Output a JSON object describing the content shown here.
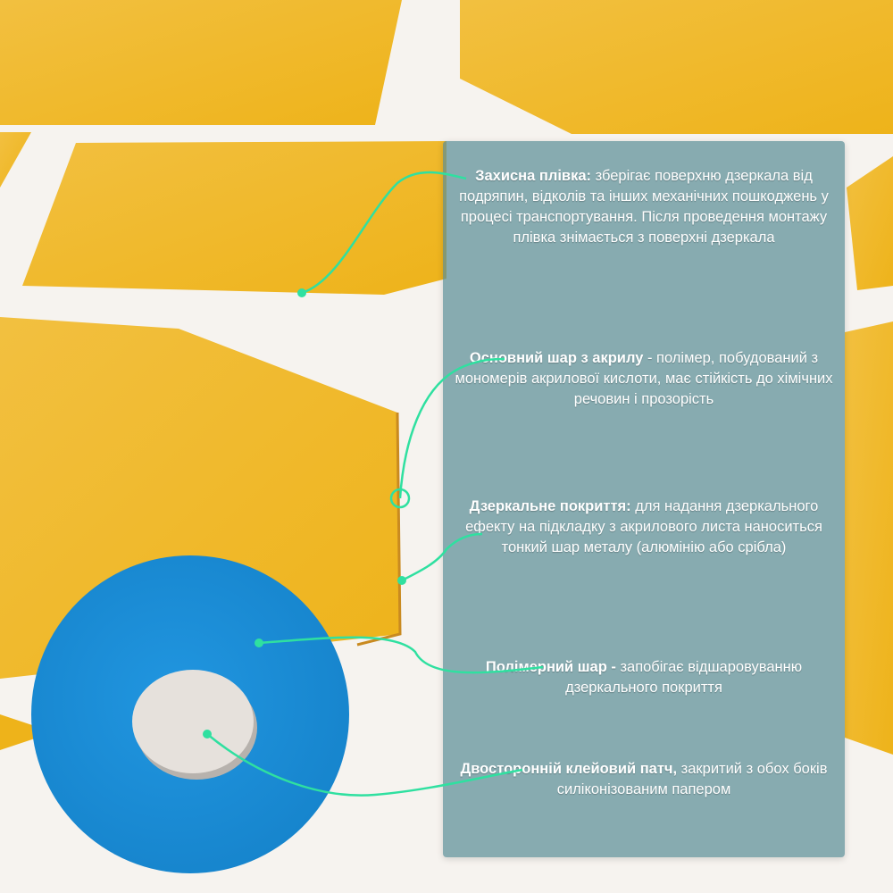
{
  "notes": {
    "protective_film": {
      "title": "Захисна плівка:",
      "text": " зберігає поверхню дзеркала від подряпин, відколів та інших механічних пошкоджень у процесі транспортування. Після проведення монтажу плівка знімається з поверхні дзеркала"
    },
    "acrylic_layer": {
      "title": "Основний шар з акрилу",
      "text": " - полімер, побудований з мономерів акрилової кислоти, має стійкість до хімічних речовин і прозорість"
    },
    "mirror_coating": {
      "title": "Дзеркальне покриття:",
      "text": " для надання дзеркального ефекту на підкладку з акрилового листа наноситься тонкий шар металу (алюмінію або срібла)"
    },
    "polymer_layer": {
      "title": "Полімерний шар -",
      "text": " запобігає відшаровуванню дзеркального покриття"
    },
    "adhesive_patch": {
      "title": "Двосторонній клейовий патч,",
      "text": " закритий з обох боків силіконізованим папером"
    }
  },
  "colors": {
    "panel": "#588c96",
    "callout_line": "#2fe0a0",
    "mirror_yellow": "#f0b41a",
    "backing_blue": "#1a8fd8",
    "adhesive_patch": "#e6e1dc"
  }
}
